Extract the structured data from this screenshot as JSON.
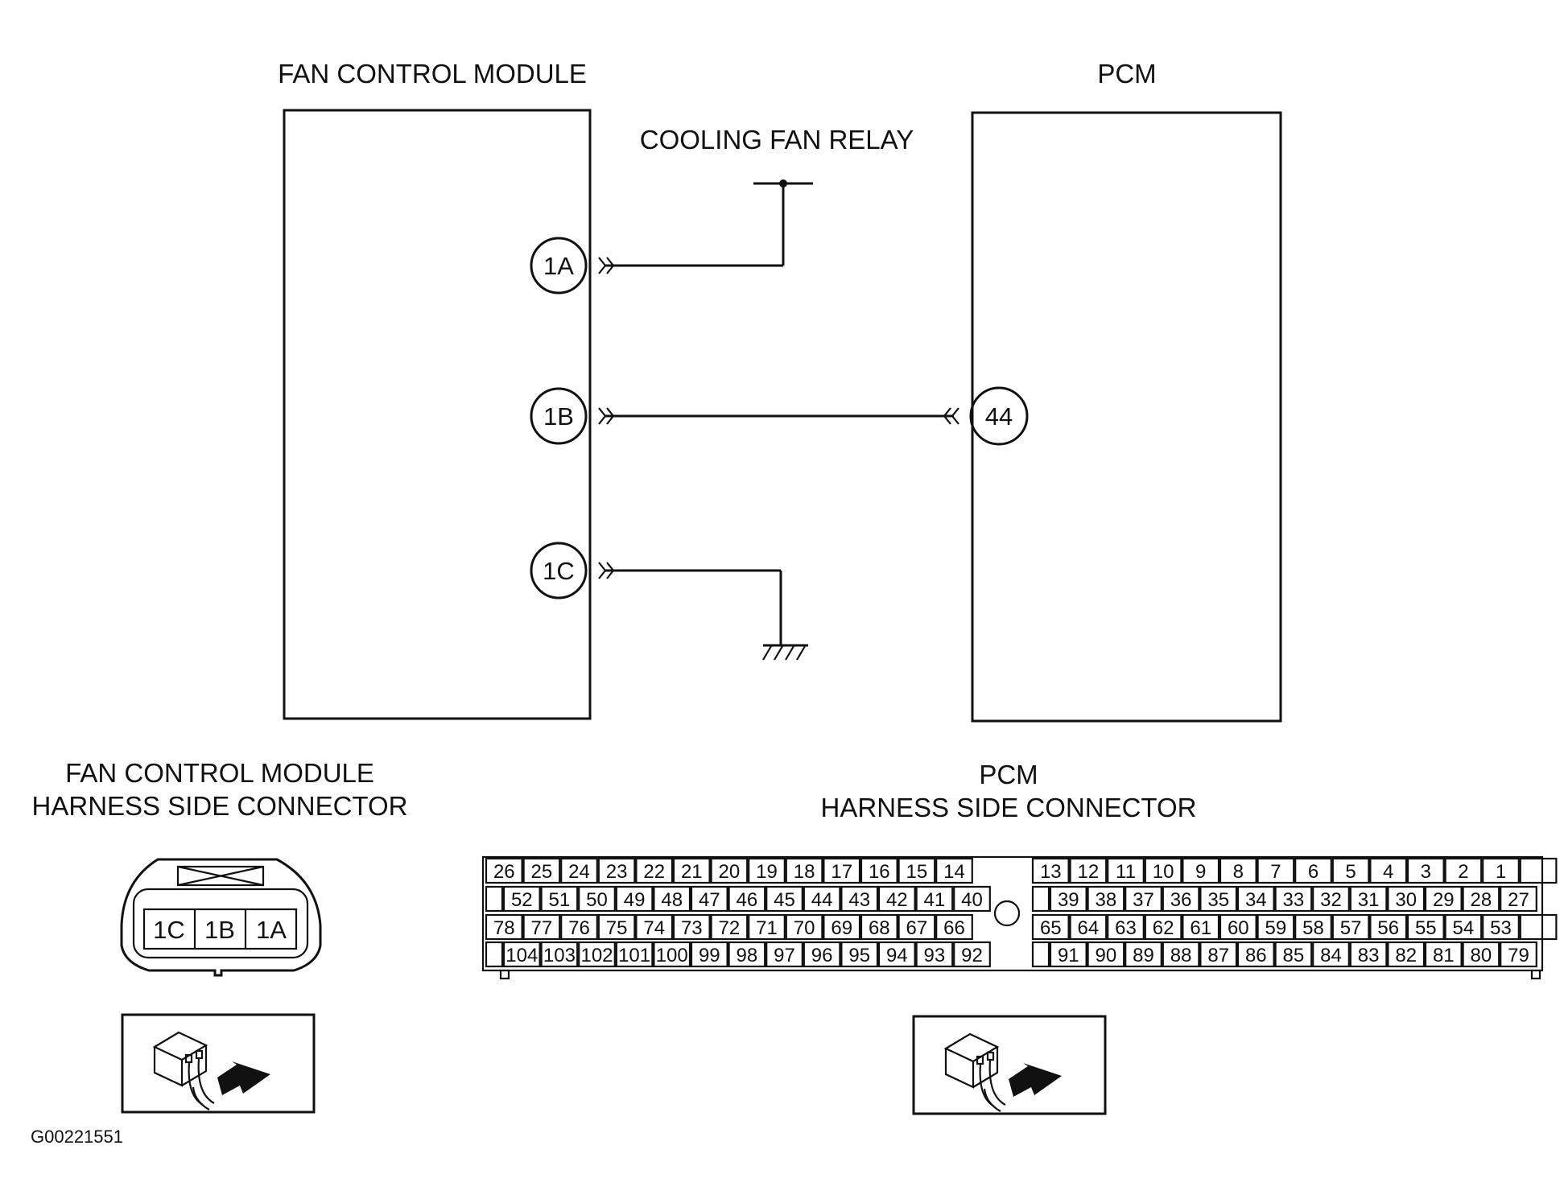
{
  "diagram": {
    "fan_module_title": "FAN CONTROL MODULE",
    "pcm_title": "PCM",
    "relay_label": "COOLING FAN RELAY",
    "pins": {
      "a": "1A",
      "b": "1B",
      "c": "1C",
      "pcm_pin": "44"
    },
    "fan_connector": {
      "title_line1": "FAN CONTROL MODULE",
      "title_line2": "HARNESS SIDE CONNECTOR",
      "cells": [
        "1C",
        "1B",
        "1A"
      ]
    },
    "pcm_connector": {
      "title_line1": "PCM",
      "title_line2": "HARNESS SIDE CONNECTOR",
      "rows": [
        {
          "left": [
            "26",
            "25",
            "24",
            "23",
            "22",
            "21",
            "20",
            "19",
            "18",
            "17",
            "16",
            "15",
            "14"
          ],
          "right": [
            "13",
            "12",
            "11",
            "10",
            "9",
            "8",
            "7",
            "6",
            "5",
            "4",
            "3",
            "2",
            "1",
            ""
          ]
        },
        {
          "left": [
            "",
            "52",
            "51",
            "50",
            "49",
            "48",
            "47",
            "46",
            "45",
            "44",
            "43",
            "42",
            "41",
            "40"
          ],
          "right": [
            "",
            "39",
            "38",
            "37",
            "36",
            "35",
            "34",
            "33",
            "32",
            "31",
            "30",
            "29",
            "28",
            "27"
          ]
        },
        {
          "left": [
            "78",
            "77",
            "76",
            "75",
            "74",
            "73",
            "72",
            "71",
            "70",
            "69",
            "68",
            "67",
            "66"
          ],
          "right": [
            "65",
            "64",
            "63",
            "62",
            "61",
            "60",
            "59",
            "58",
            "57",
            "56",
            "55",
            "54",
            "53",
            ""
          ]
        },
        {
          "left": [
            "",
            "104",
            "103",
            "102",
            "101",
            "100",
            "99",
            "98",
            "97",
            "96",
            "95",
            "94",
            "93",
            "92"
          ],
          "right": [
            "",
            "91",
            "90",
            "89",
            "88",
            "87",
            "86",
            "85",
            "84",
            "83",
            "82",
            "81",
            "80",
            "79"
          ]
        }
      ]
    },
    "figure_code": "G00221551"
  }
}
